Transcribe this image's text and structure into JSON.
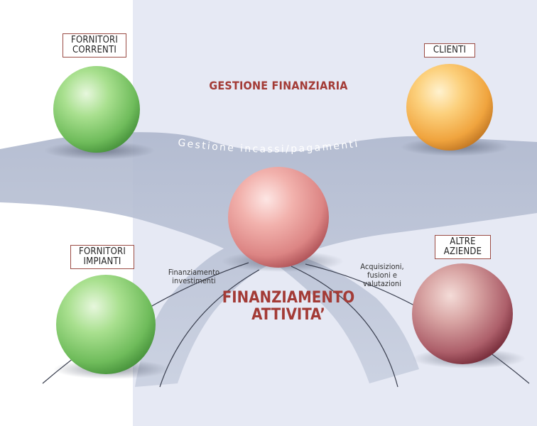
{
  "nodes": {
    "fornitori_correnti": {
      "lines": [
        "FORNITORI",
        "CORRENTI"
      ]
    },
    "clienti": {
      "lines": [
        "CLIENTI"
      ]
    },
    "fornitori_impianti": {
      "lines": [
        "FORNITORI",
        "IMPIANTI"
      ]
    },
    "altre_aziende": {
      "lines": [
        "ALTRE",
        "AZIENDE"
      ]
    }
  },
  "labels": {
    "gestione_finanziaria": "GESTIONE FINANZIARIA",
    "gestione_incassi": "Gestione incassi/pagamenti",
    "finanziamento_investimenti": [
      "Finanziamento",
      "investimenti"
    ],
    "acquisizioni": [
      "Acquisizioni,",
      "fusioni e",
      "valutazioni"
    ],
    "finanziamento_attivita": [
      "FINANZIAMENTO",
      "ATTIVITA’"
    ]
  },
  "colors": {
    "panel": "#e6e9f4",
    "flow": "#b4bdd2",
    "sphere_green": "#7fcb6b",
    "sphere_orange": "#f4b046",
    "sphere_pink": "#e58b8c",
    "sphere_wine": "#b9676f",
    "title_red": "#a33b36"
  }
}
